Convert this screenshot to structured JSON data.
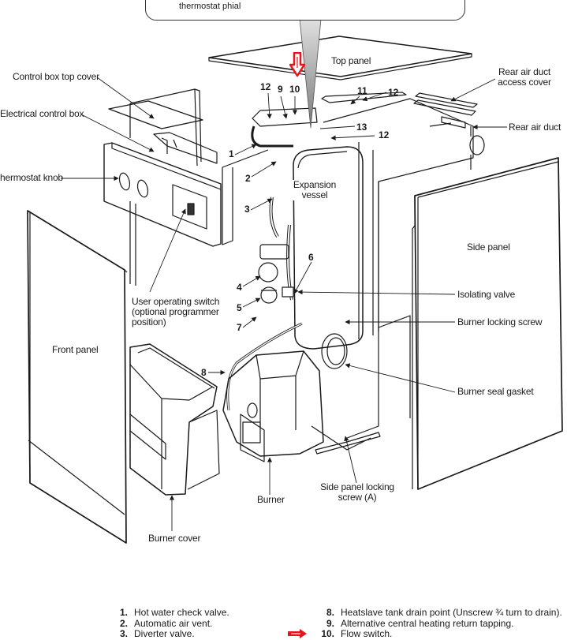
{
  "callout": {
    "text": "thermostat phial"
  },
  "labels": {
    "top_panel": "Top panel",
    "control_box_top_cover": "Control box top cover",
    "electrical_control_box": "Electrical control box",
    "thermostat_knob": "hermostat knob",
    "rear_air_duct_access_cover": [
      "Rear air duct",
      "access cover"
    ],
    "rear_air_duct": "Rear air duct",
    "expansion_vessel": [
      "Expansion",
      "vessel"
    ],
    "side_panel": "Side panel",
    "isolating_valve": "Isolating valve",
    "burner_locking_screw": "Burner locking screw",
    "burner_seal_gasket": "Burner seal gasket",
    "user_operating_switch": [
      "User operating switch",
      "(optional programmer",
      "position)"
    ],
    "front_panel": "Front panel",
    "burner": "Burner",
    "side_panel_locking_screw": [
      "Side panel locking",
      "screw (A)"
    ],
    "burner_cover": "Burner cover"
  },
  "part_numbers": [
    "1",
    "2",
    "3",
    "4",
    "5",
    "6",
    "7",
    "8",
    "9",
    "10",
    "11",
    "12",
    "12",
    "12",
    "13"
  ],
  "legend": {
    "left": [
      {
        "num": "1.",
        "text": "Hot water check valve."
      },
      {
        "num": "2.",
        "text": "Automatic air vent."
      },
      {
        "num": "3.",
        "text": "Diverter valve."
      }
    ],
    "right": [
      {
        "num": "8.",
        "text": "Heatslave tank drain point (Unscrew ¾ turn to drain)."
      },
      {
        "num": "9.",
        "text": "Alternative central heating return tapping."
      },
      {
        "num": "10.",
        "text": "Flow switch."
      }
    ]
  },
  "highlight": {
    "arrow_color": "#e8141c",
    "highlighted_item": "10"
  }
}
